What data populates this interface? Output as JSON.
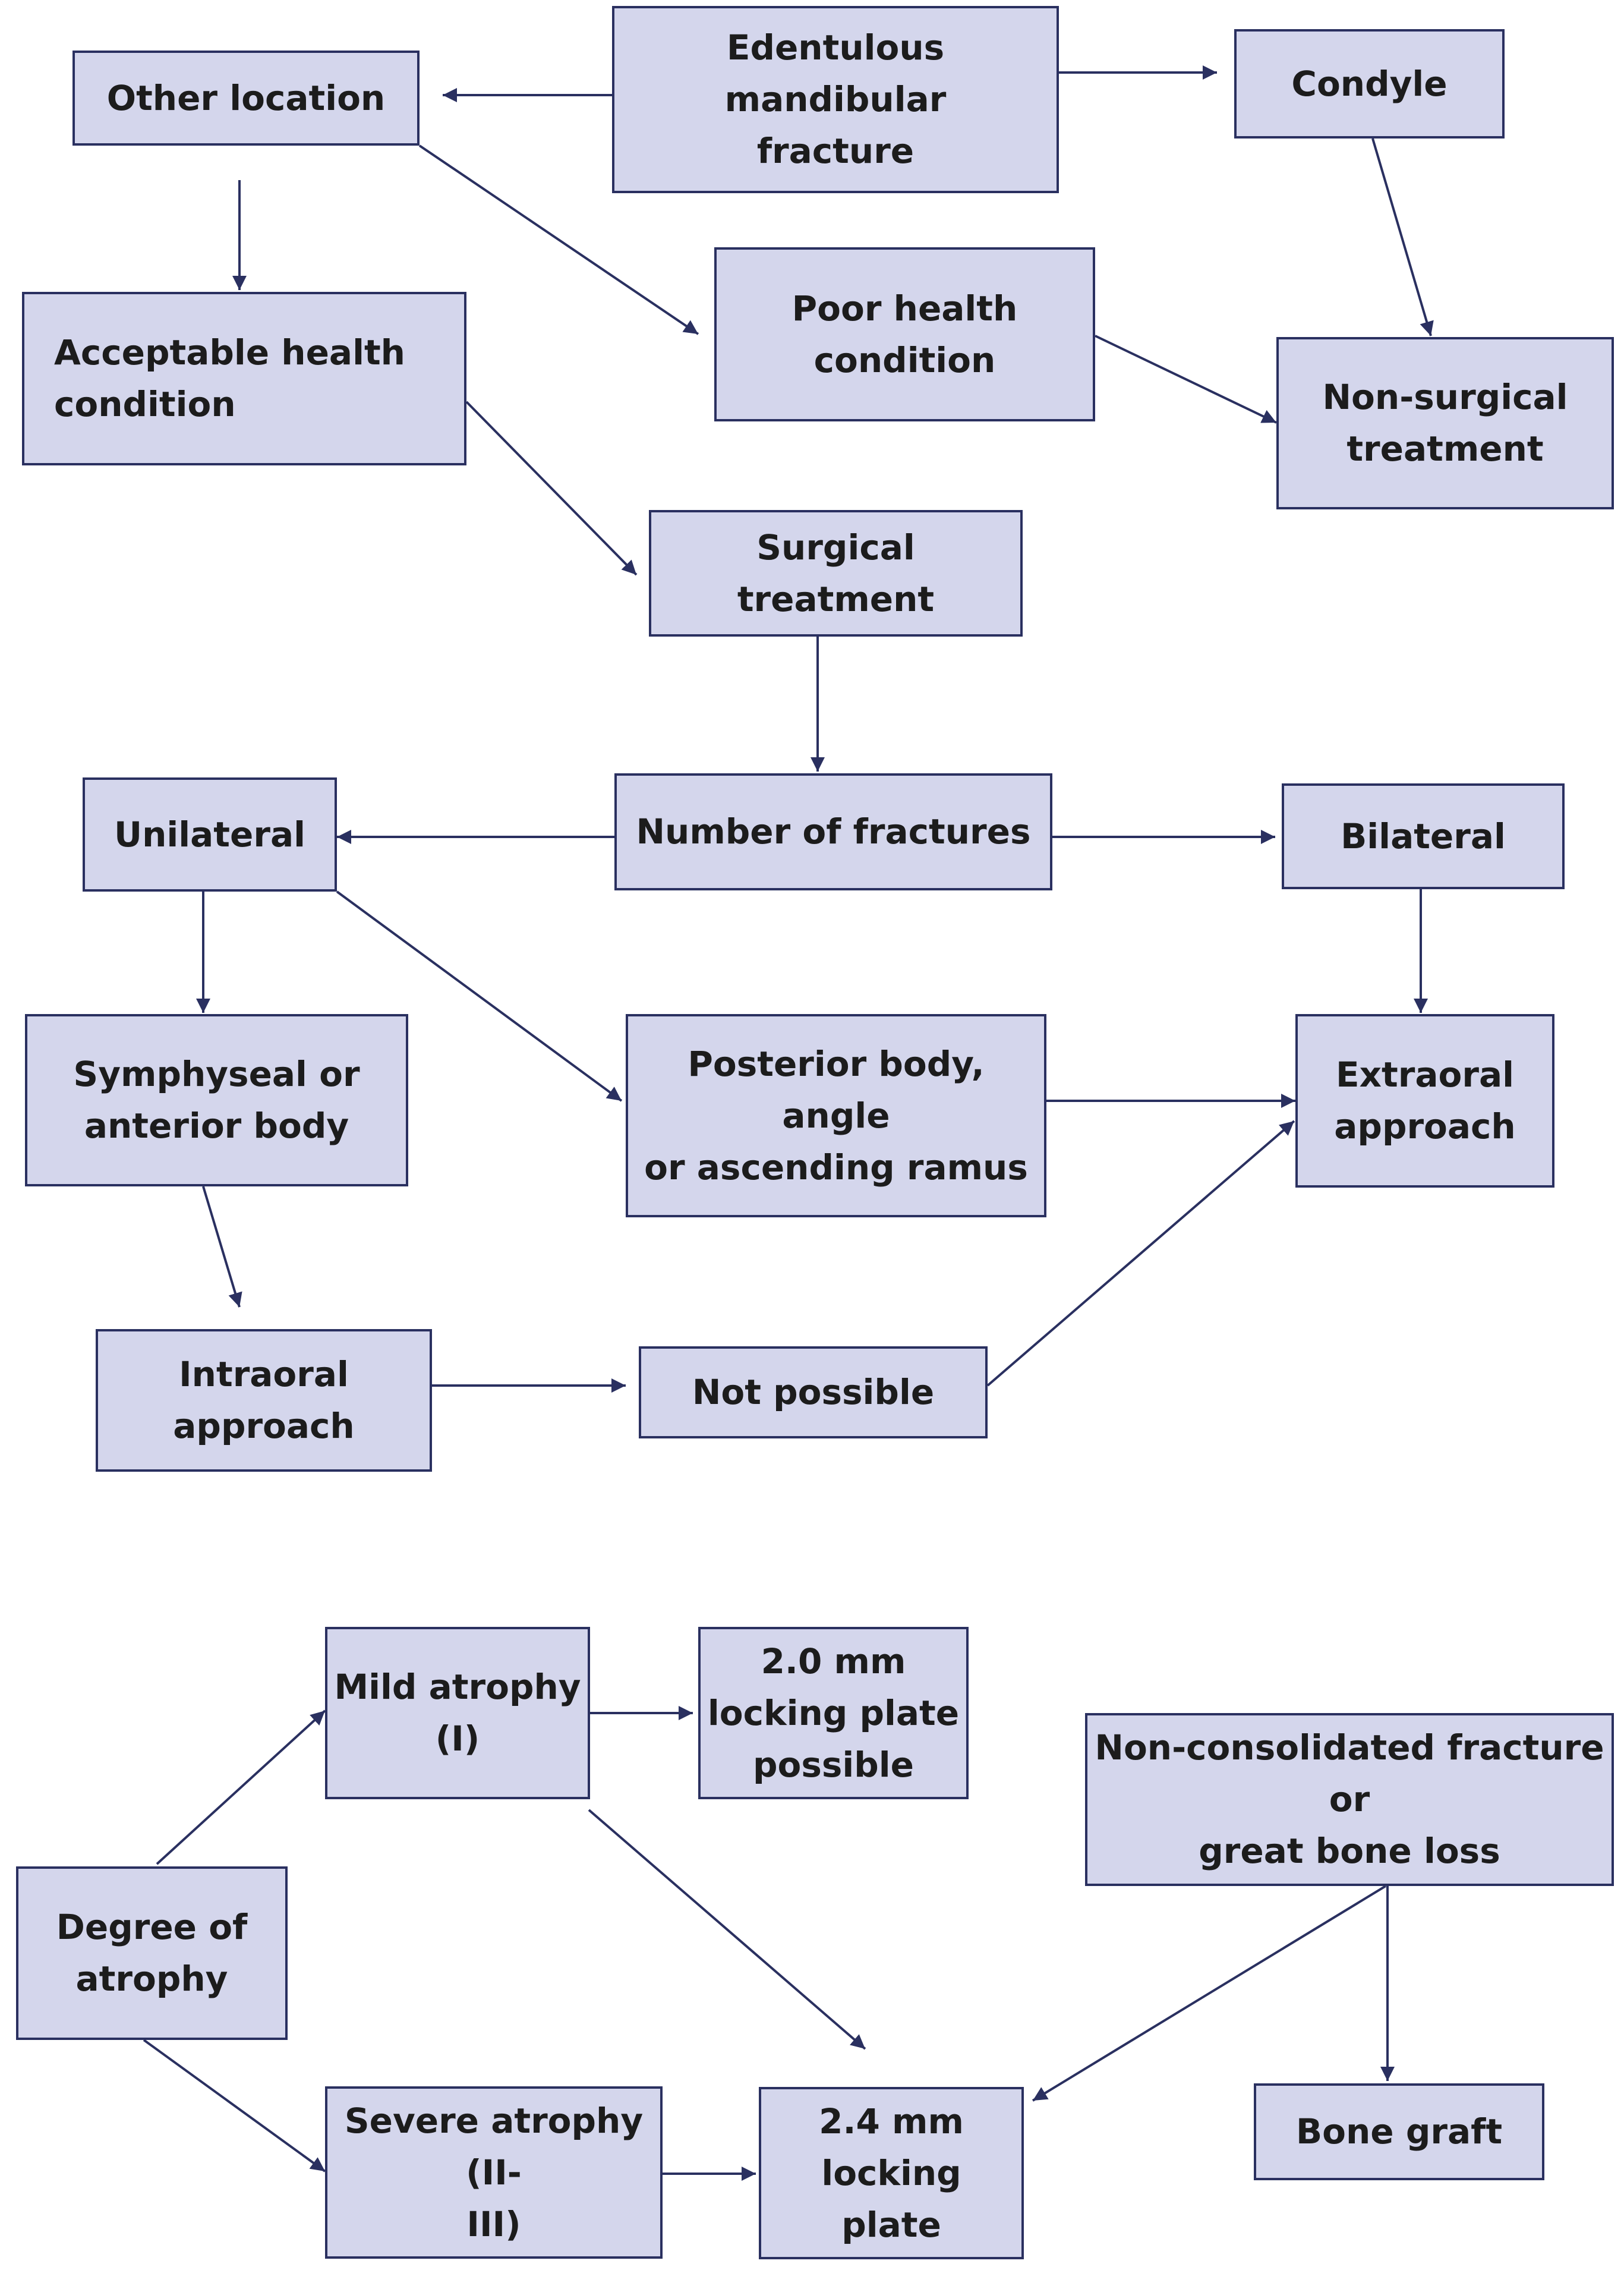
{
  "colors": {
    "box_fill": "#d4d6ec",
    "box_border": "#2a3060",
    "arrow": "#2a3060",
    "text": "#1c1c1c"
  },
  "nodes": {
    "edentulous": "Edentulous\nmandibular\nfracture",
    "other_location": "Other location",
    "condyle": "Condyle",
    "acceptable_health": "Acceptable health\ncondition",
    "poor_health": "Poor health\ncondition",
    "non_surgical": "Non-surgical\ntreatment",
    "surgical": "Surgical treatment",
    "number_fractures": "Number of fractures",
    "unilateral": "Unilateral",
    "bilateral": "Bilateral",
    "symphyseal": "Symphyseal or\nanterior body",
    "posterior": "Posterior body, angle\nor ascending ramus",
    "extraoral": "Extraoral\napproach",
    "intraoral": "Intraoral approach",
    "not_possible": "Not possible",
    "mild_atrophy": "Mild atrophy\n(I)",
    "plate_20": "2.0 mm\nlocking plate\npossible",
    "non_consolidated": "Non-consolidated fracture or\ngreat bone loss",
    "degree_atrophy": "Degree of\natrophy",
    "severe_atrophy": "Severe atrophy (II-\nIII)",
    "plate_24": "2.4 mm\nlocking plate",
    "bone_graft": "Bone graft"
  }
}
